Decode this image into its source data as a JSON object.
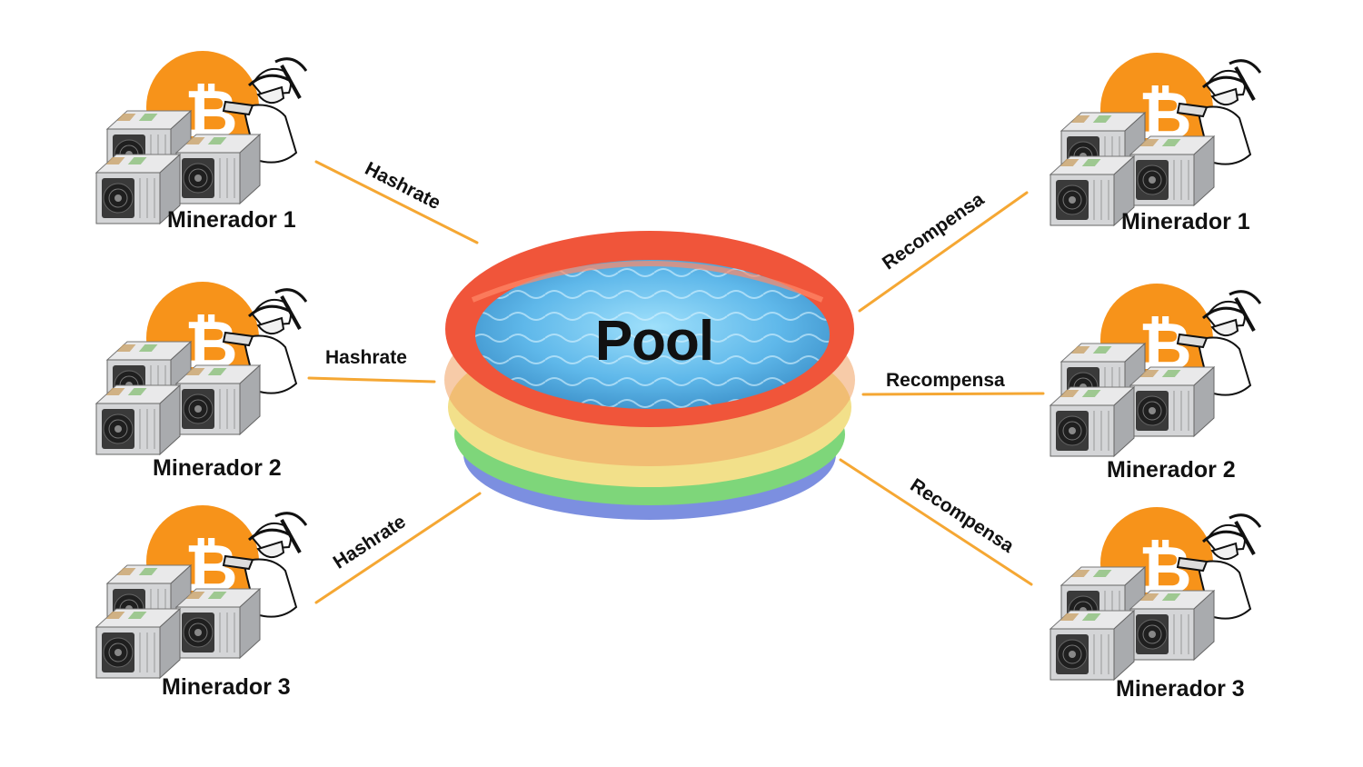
{
  "pool": {
    "title": "Pool"
  },
  "left_miners": [
    {
      "label": "Minerador 1"
    },
    {
      "label": "Minerador 2"
    },
    {
      "label": "Minerador 3"
    }
  ],
  "right_miners": [
    {
      "label": "Minerador 1"
    },
    {
      "label": "Minerador 2"
    },
    {
      "label": "Minerador 3"
    }
  ],
  "left_edges": [
    {
      "label": "Hashrate"
    },
    {
      "label": "Hashrate"
    },
    {
      "label": "Hashrate"
    }
  ],
  "right_edges": [
    {
      "label": "Recompensa"
    },
    {
      "label": "Recompensa"
    },
    {
      "label": "Recompensa"
    }
  ],
  "colors": {
    "connector": "#f5a733",
    "bitcoin_orange": "#f7931a",
    "ring_red": "#f0553a",
    "ring_yellow": "#f2e08a",
    "ring_green": "#7ed67a",
    "ring_blue": "#7c8fe0",
    "water": "#5fb8ea"
  },
  "icons": {
    "miner": "bitcoin-miner-icon",
    "pool": "inflatable-pool-icon"
  }
}
